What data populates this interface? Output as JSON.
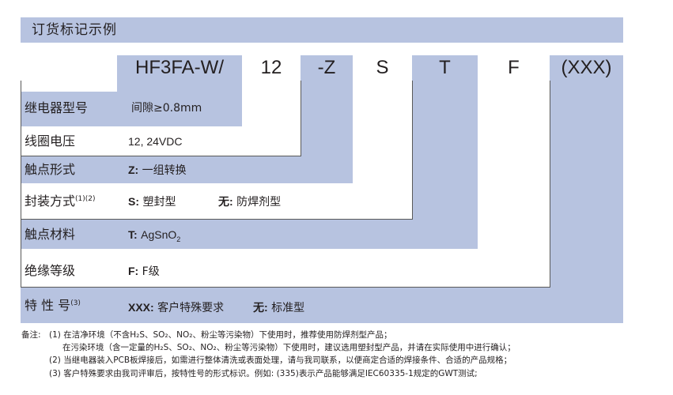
{
  "title": "订货标记示例",
  "codes": [
    "HF3FA-W/",
    "12",
    "-Z",
    "S",
    "T",
    "F",
    "(XXX)"
  ],
  "rows": [
    {
      "label": "继电器型号",
      "sup": "",
      "key": "",
      "value": "间隙≥0.8mm",
      "extra_key": "",
      "extra_value": ""
    },
    {
      "label": "线圈电压",
      "sup": "",
      "key": "",
      "value": "12, 24VDC",
      "extra_key": "",
      "extra_value": ""
    },
    {
      "label": "触点形式",
      "sup": "",
      "key": "Z:",
      "value": "一组转换",
      "extra_key": "",
      "extra_value": ""
    },
    {
      "label": "封装方式",
      "sup": "(1)(2)",
      "key": "S:",
      "value": "塑封型",
      "extra_key": "无:",
      "extra_value": "防焊剂型"
    },
    {
      "label": "触点材料",
      "sup": "",
      "key": "T:",
      "value": "AgSnO",
      "value_sub": "2",
      "extra_key": "",
      "extra_value": ""
    },
    {
      "label": "绝缘等级",
      "sup": "",
      "key": "F:",
      "value": "F级",
      "extra_key": "",
      "extra_value": ""
    },
    {
      "label": "特 性 号",
      "sup": "(3)",
      "key": "XXX:",
      "value": "客户特殊要求",
      "extra_key": "无:",
      "extra_value": "标准型"
    }
  ],
  "notes": {
    "prefix": "备注:",
    "n1a": "(1) 在洁净环境（不含H₂S、SO₂、NO₂、粉尘等污染物）下使用时，推荐使用防焊剂型产品；",
    "n1b": "在污染环境（含一定量的H₂S、SO₂、NO₂、粉尘等污染物）下使用时，建议选用塑封型产品，并请在实际使用中进行确认；",
    "n2": "(2) 当继电器装入PCB板焊接后，如需进行整体清洗或表面处理，请与我司联系，以便商定合适的焊接条件、合适的产品规格；",
    "n3": "(3) 客户特殊要求由我司评审后，按特性号的形式标识。例如: (335)表示产品能够满足IEC60335-1规定的GWT测试;"
  },
  "colors": {
    "band": "#b7c3e0",
    "line": "#595959",
    "text": "#231f20"
  }
}
